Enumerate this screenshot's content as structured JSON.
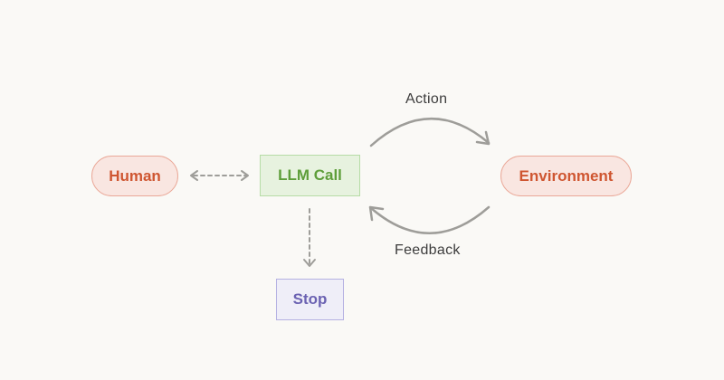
{
  "nodes": {
    "human": "Human",
    "llm_call": "LLM Call",
    "environment": "Environment",
    "stop": "Stop"
  },
  "edges": {
    "action": "Action",
    "feedback": "Feedback"
  },
  "colors": {
    "background": "#faf9f6",
    "human_env_text": "#cf5631",
    "llm_text": "#5e9e3a",
    "stop_text": "#6b62b2",
    "arrow": "#9e9d99"
  }
}
